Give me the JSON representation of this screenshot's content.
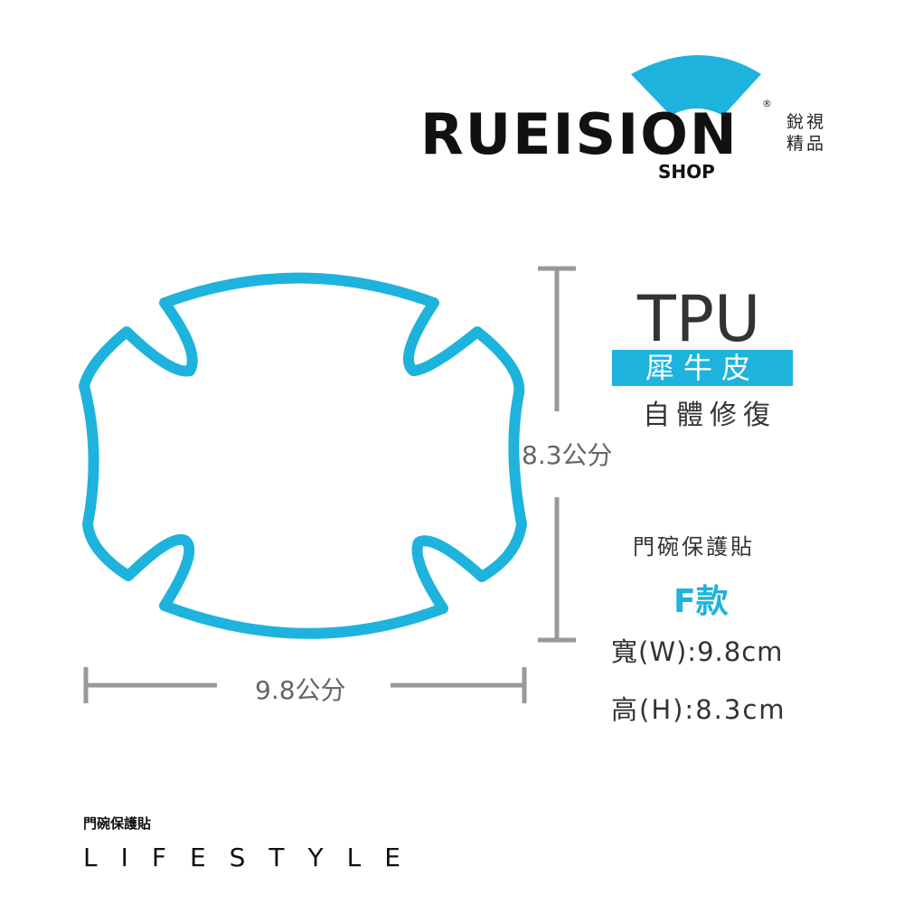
{
  "logo": {
    "brand": "RUEISION",
    "registered": "®",
    "shop": "SHOP",
    "chinese": "銳視精品",
    "accent": "#1eb3dc"
  },
  "material": {
    "title": "TPU",
    "badge": "犀牛皮",
    "subtitle": "自體修復"
  },
  "dimensions": {
    "height_label": "8.3公分",
    "width_label": "9.8公分"
  },
  "product": {
    "name": "門碗保護貼",
    "model": "F款",
    "width": "寬(W):9.8cm",
    "height": "高(H):8.3cm"
  },
  "footer": {
    "category": "門碗保護貼",
    "tagline": "LIFESTYLE"
  },
  "colors": {
    "shape": "#1eb3dc",
    "dimension_lines": "#999999"
  }
}
